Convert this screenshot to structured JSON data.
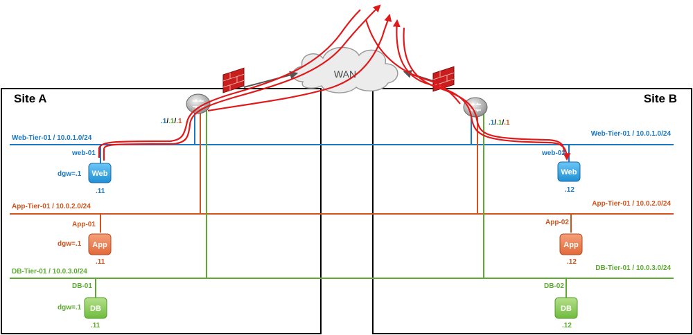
{
  "sites": {
    "a": {
      "title": "Site A"
    },
    "b": {
      "title": "Site B"
    }
  },
  "wan": {
    "label": "WAN"
  },
  "colors": {
    "web": "#1a78c2",
    "app": "#d2521c",
    "db": "#5aab2f",
    "traffic": "#e0191b",
    "border": "#000000"
  },
  "router_labels": {
    "a": {
      "p1": ".1",
      "sep1": "/",
      "p2": ".1",
      "sep2": "/",
      "p3": ".1"
    },
    "b": {
      "p1": ".1",
      "sep1": "/",
      "p2": ".1",
      "sep2": "/",
      "p3": ".1"
    }
  },
  "networks": {
    "web": {
      "label_a": "Web-Tier-01 / 10.0.1.0/24",
      "label_b": "Web-Tier-01 / 10.0.1.0/24"
    },
    "app": {
      "label_a": "App-Tier-01 / 10.0.2.0/24",
      "label_b": "App-Tier-01 / 10.0.2.0/24"
    },
    "db": {
      "label_a": "DB-Tier-01  / 10.0.3.0/24",
      "label_b": "DB-Tier-01  / 10.0.3.0/24"
    }
  },
  "vms": {
    "web_a": {
      "name": "web-01",
      "icon": "Web",
      "dgw": "dgw=.1",
      "ip": ".11"
    },
    "app_a": {
      "name": "App-01",
      "icon": "App",
      "dgw": "dgw=.1",
      "ip": ".11"
    },
    "db_a": {
      "name": "DB-01",
      "icon": "DB",
      "dgw": "dgw=.1",
      "ip": ".11"
    },
    "web_b": {
      "name": "web-02",
      "icon": "Web",
      "ip": ".12"
    },
    "app_b": {
      "name": "App-02",
      "icon": "App",
      "ip": ".12"
    },
    "db_b": {
      "name": "DB-02",
      "icon": "DB",
      "ip": ".12"
    }
  }
}
